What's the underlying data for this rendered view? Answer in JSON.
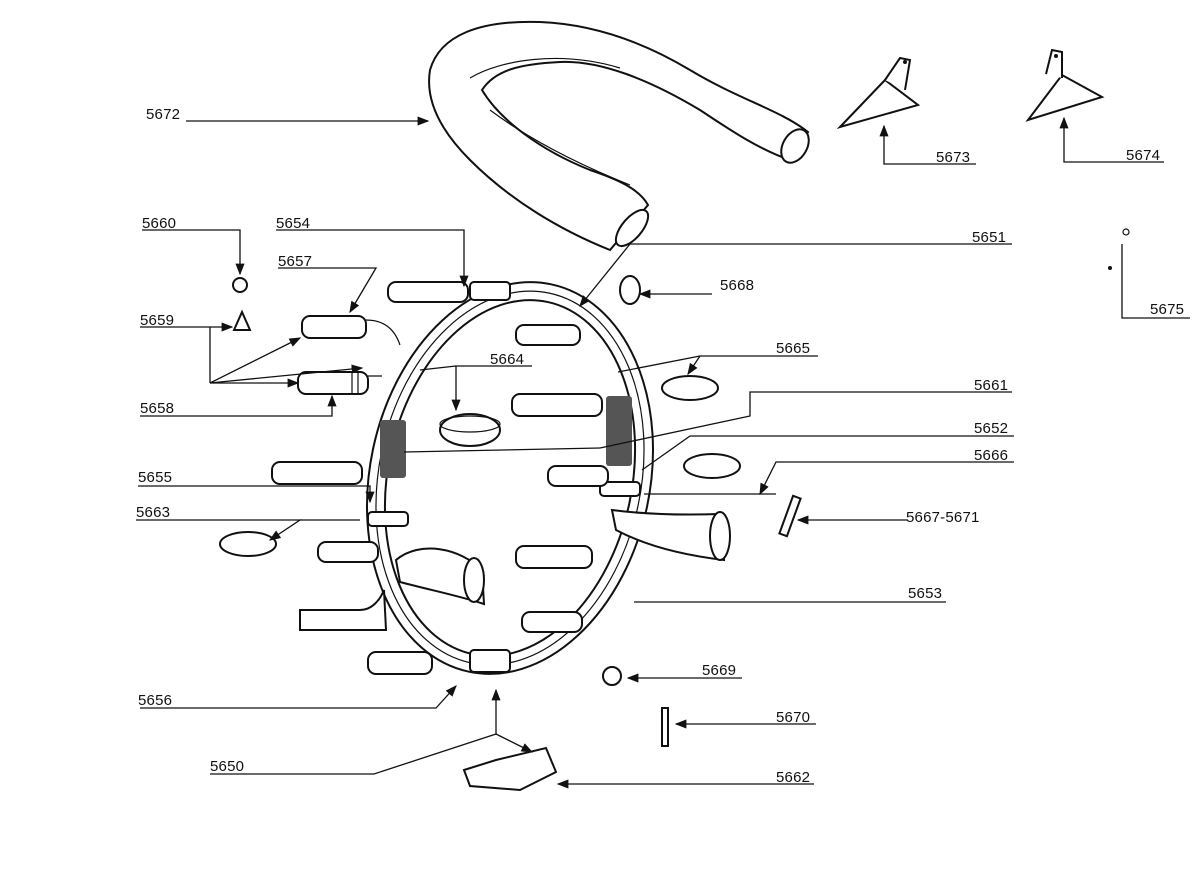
{
  "labels": {
    "p5650": "5650",
    "p5651": "5651",
    "p5652": "5652",
    "p5653": "5653",
    "p5654": "5654",
    "p5655": "5655",
    "p5656": "5656",
    "p5657": "5657",
    "p5658": "5658",
    "p5659": "5659",
    "p5660": "5660",
    "p5661": "5661",
    "p5662": "5662",
    "p5663": "5663",
    "p5664": "5664",
    "p5665": "5665",
    "p5666": "5666",
    "p5667": "5667-5671",
    "p5668": "5668",
    "p5669": "5669",
    "p5670": "5670",
    "p5672": "5672",
    "p5673": "5673",
    "p5674": "5674",
    "p5675": "5675"
  }
}
